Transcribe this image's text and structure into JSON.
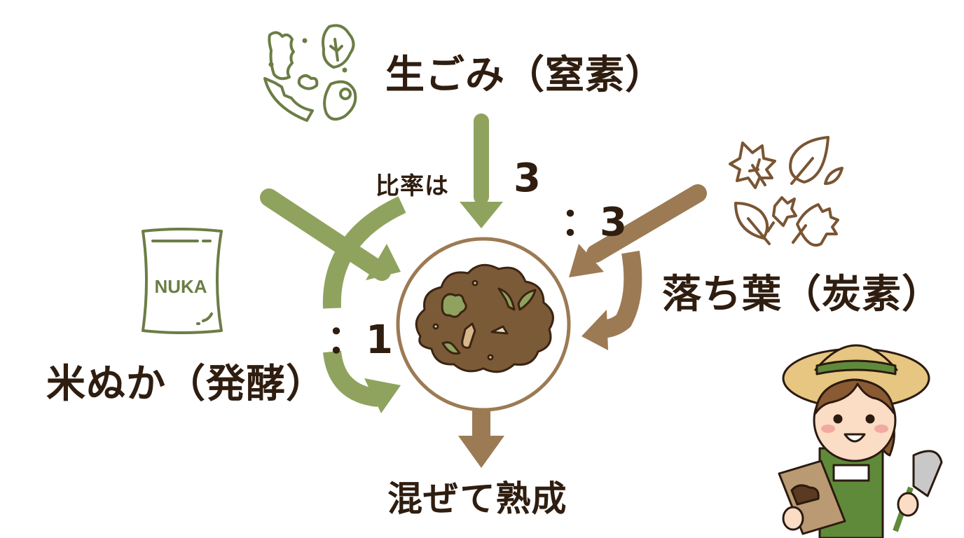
{
  "colors": {
    "green": "#8fa35e",
    "brown": "#9c7a54",
    "text": "#2f1d10",
    "icon_green": "#6b7d45",
    "icon_brown": "#7a5533"
  },
  "inputs": {
    "top": {
      "label": "生ごみ（窒素）",
      "icon": "food-scraps-icon"
    },
    "right": {
      "label": "落ち葉（炭素）",
      "icon": "fallen-leaves-icon"
    },
    "left": {
      "label": "米ぬか（発酵）",
      "icon": "rice-bran-bag-icon",
      "bag_text": "NUKA"
    }
  },
  "ratio": {
    "label": "比率は",
    "values": [
      "3",
      "：3",
      "：1"
    ]
  },
  "output": {
    "label": "混ぜて熟成",
    "icon": "compost-pile-icon"
  },
  "character": {
    "icon": "gardener-girl-icon"
  }
}
